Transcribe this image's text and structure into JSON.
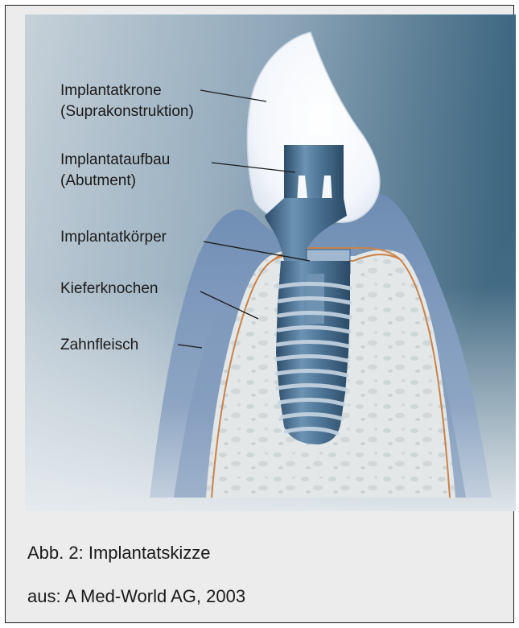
{
  "figure": {
    "labels": [
      {
        "id": "crown",
        "lines": [
          "Implantatkrone",
          "(Suprakonstruktion)"
        ]
      },
      {
        "id": "abutment",
        "lines": [
          "Implantataufbau",
          "(Abutment)"
        ]
      },
      {
        "id": "body",
        "lines": [
          "Implantatkörper"
        ]
      },
      {
        "id": "bone",
        "lines": [
          "Kieferknochen"
        ]
      },
      {
        "id": "gum",
        "lines": [
          "Zahnfleisch"
        ]
      }
    ]
  },
  "caption": {
    "figure_title": "Abb. 2: Implantatskizze",
    "source": "aus: A Med-World AG, 2003"
  },
  "colors": {
    "background_light": "#e6ebef",
    "background_dark": "#2d5a78",
    "gum": "#5d7fa6",
    "bone": "#e3e6e6",
    "crown": "#f4f6fa",
    "implant": "#4e7595",
    "nerve_line": "#c9834a"
  }
}
